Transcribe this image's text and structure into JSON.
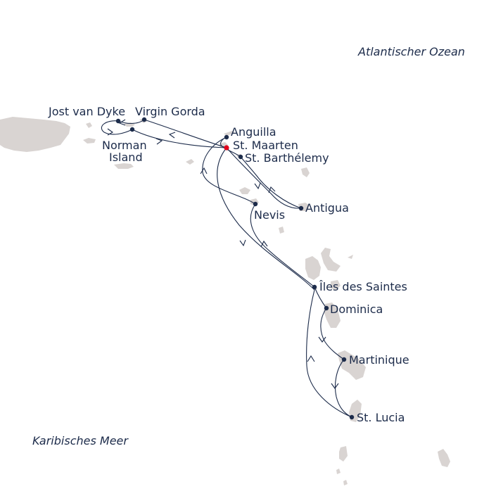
{
  "map": {
    "seas": {
      "atlantic": "Atlantischer Ozean",
      "caribbean": "Karibisches Meer"
    },
    "ports": {
      "jost_van_dyke": "Jost van Dyke",
      "virgin_gorda": "Virgin Gorda",
      "norman_island_line1": "Norman",
      "norman_island_line2": "Island",
      "anguilla": "Anguilla",
      "st_maarten": "St. Maarten",
      "st_barthelemy": "St. Barthélemy",
      "antigua": "Antigua",
      "nevis": "Nevis",
      "iles_des_saintes": "Îles des Saintes",
      "dominica": "Dominica",
      "martinique": "Martinique",
      "st_lucia": "St. Lucia"
    },
    "colors": {
      "route": "#1c2b4a",
      "land": "#d9d4d2",
      "start_port": "#e3001b"
    }
  }
}
